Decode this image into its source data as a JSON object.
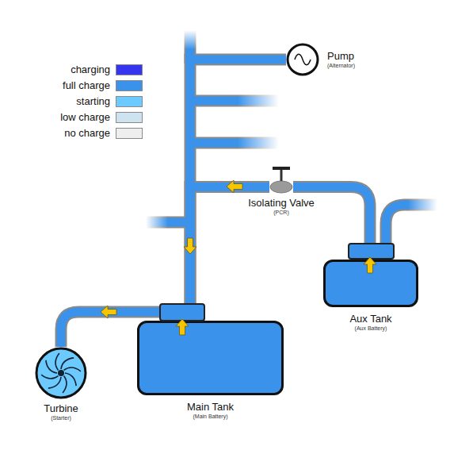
{
  "diagram": {
    "nodes": [
      {
        "text": [
          "Pump",
          "(Alternator)"
        ]
      },
      {
        "text": [
          "Isolating Valve",
          "(PCR)"
        ]
      },
      {
        "text": [
          "Aux Tank",
          "(Aux Battery)"
        ]
      },
      {
        "text": [
          "Main Tank",
          "(Main Battery)"
        ]
      },
      {
        "text": [
          "Turbine",
          "(Starter)"
        ]
      }
    ],
    "edges": [
      {
        "from": 2,
        "to": 1,
        "arrow": "to"
      },
      {
        "from": 1,
        "to": 3,
        "arrow": "to"
      },
      {
        "from": 0,
        "to": 3,
        "arrow": "none"
      },
      {
        "from": 3,
        "to": 4,
        "arrow": "to"
      }
    ],
    "legend": [
      {
        "text": "charging",
        "color": "#3535f0"
      },
      {
        "text": "full charge",
        "color": "#3a92ea"
      },
      {
        "text": "starting",
        "color": "#6ccaff"
      },
      {
        "text": "low charge",
        "color": "#cde4f0"
      },
      {
        "text": "no charge",
        "color": "#eeeeee"
      }
    ]
  }
}
